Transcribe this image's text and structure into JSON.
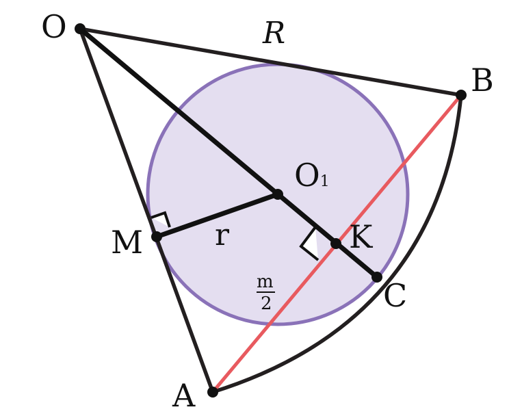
{
  "colors": {
    "circle_fill": "#e4def0",
    "circle_stroke": "#8a72b8",
    "chord": "#e85a5f",
    "lines": "#231f20",
    "points": "#111111"
  },
  "points": {
    "O": "O",
    "O1_main": "O",
    "O1_sub": "1",
    "B": "B",
    "M": "M",
    "K": "K",
    "C": "C",
    "A": "A"
  },
  "segments": {
    "R": "R",
    "r": "r",
    "m_half_num": "m",
    "m_half_den": "2"
  }
}
